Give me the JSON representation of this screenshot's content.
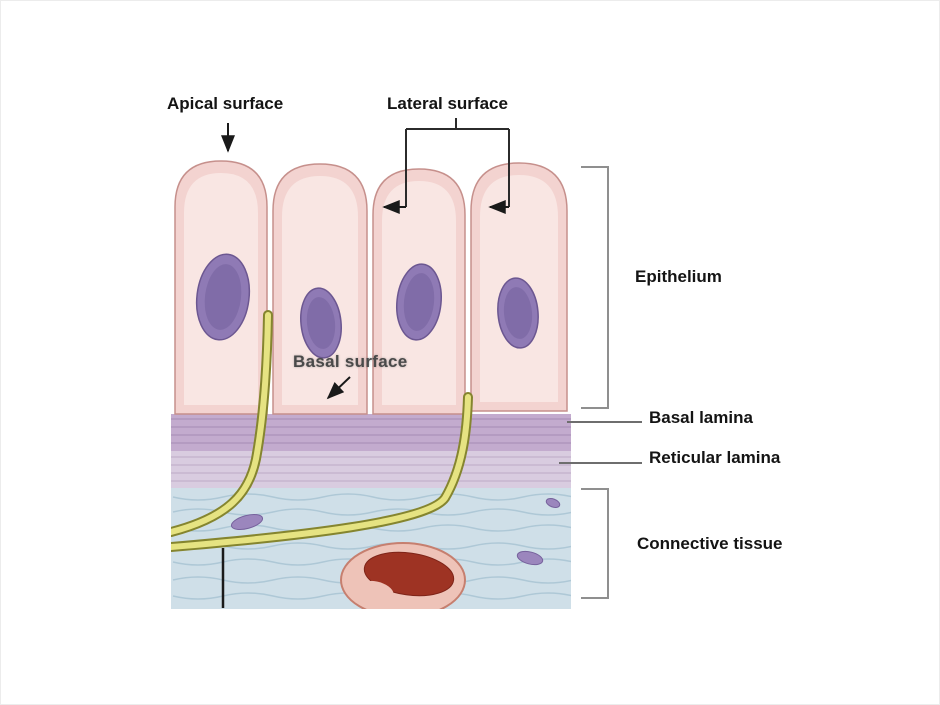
{
  "labels": {
    "apical_surface": "Apical surface",
    "lateral_surface": "Lateral surface",
    "basal_surface": "Basal surface",
    "epithelium": "Epithelium",
    "basal_lamina": "Basal lamina",
    "reticular_lamina": "Reticular lamina",
    "connective_tissue": "Connective tissue"
  },
  "colors": {
    "cell_fill": "#f3d3d0",
    "cell_inner": "#f9e6e3",
    "cell_stroke": "#c6908c",
    "nucleus_fill": "#8f7ab5",
    "nucleus_stroke": "#6c5791",
    "basal_lamina_band": "#c3abce",
    "reticular_band": "#d9cce0",
    "connective_bg": "#cfdfe8",
    "connective_fiber": "#a9c4d4",
    "nerve_yellow": "#e6e382",
    "nerve_edge": "#85852f",
    "vessel_wall": "#eec3b8",
    "vessel_red": "#9e3323",
    "fibroblast": "#9b86bd",
    "annotation_dark": "#2b2b2b",
    "bracket_gray": "#8f8f8f"
  }
}
